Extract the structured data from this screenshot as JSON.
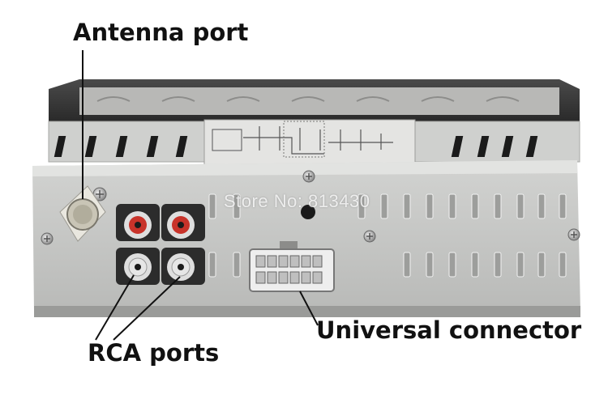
{
  "callouts": {
    "antenna": "Antenna port",
    "rca": "RCA ports",
    "universal": "Universal connector"
  },
  "watermark": "Store No: 813430",
  "colors": {
    "panel": "#c7c8c6",
    "housing": "#3a3a3a",
    "rca_red": "#c8332a",
    "rca_white": "#e6e6e6",
    "connector": "#eeeeee"
  }
}
